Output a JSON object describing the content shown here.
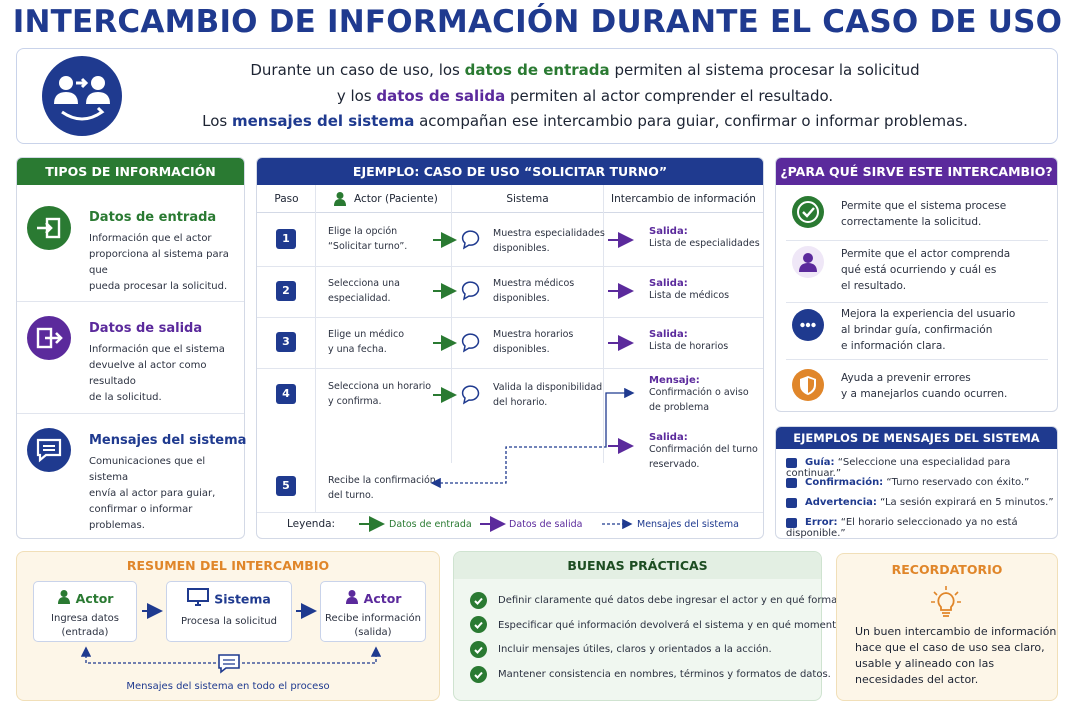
{
  "title": "INTERCAMBIO DE INFORMACIÓN DURANTE EL CASO DE USO",
  "intro": {
    "line1_pre": "Durante un caso de uso, los ",
    "line1_hl": "datos de entrada",
    "line1_post": " permiten al sistema procesar la solicitud",
    "line2_pre": "y los ",
    "line2_hl": "datos de salida",
    "line2_post": " permiten al actor comprender el resultado.",
    "line3_pre": "Los ",
    "line3_hl": "mensajes del sistema",
    "line3_post": " acompañan ese intercambio para guiar, confirmar o informar problemas."
  },
  "tipos": {
    "header": "TIPOS DE INFORMACIÓN",
    "items": [
      {
        "title": "Datos de entrada",
        "desc1": "Información que el actor",
        "desc2": "proporciona al sistema para que",
        "desc3": "pueda procesar la solicitud."
      },
      {
        "title": "Datos de salida",
        "desc1": "Información que el sistema",
        "desc2": "devuelve al actor como resultado",
        "desc3": "de la solicitud."
      },
      {
        "title": "Mensajes del sistema",
        "desc1": "Comunicaciones que el sistema",
        "desc2": "envía al actor para guiar,",
        "desc3": "confirmar o informar problemas."
      }
    ]
  },
  "ejemplo": {
    "header": "EJEMPLO: CASO DE USO “SOLICITAR TURNO”",
    "col_paso": "Paso",
    "col_actor": "Actor (Paciente)",
    "col_sistema": "Sistema",
    "col_intercambio": "Intercambio de información",
    "steps": [
      {
        "n": "1",
        "actor1": "Elige la opción",
        "actor2": "“Solicitar turno”.",
        "sis1": "Muestra especialidades",
        "sis2": "disponibles.",
        "lbl": "Salida:",
        "val1": "Lista de especialidades",
        "val2": ""
      },
      {
        "n": "2",
        "actor1": "Selecciona una",
        "actor2": "especialidad.",
        "sis1": "Muestra médicos",
        "sis2": "disponibles.",
        "lbl": "Salida:",
        "val1": "Lista de médicos",
        "val2": ""
      },
      {
        "n": "3",
        "actor1": "Elige un médico",
        "actor2": "y una fecha.",
        "sis1": "Muestra horarios",
        "sis2": "disponibles.",
        "lbl": "Salida:",
        "val1": "Lista de horarios",
        "val2": ""
      },
      {
        "n": "4",
        "actor1": "Selecciona un horario",
        "actor2": "y confirma.",
        "sis1": "Valida la disponibilidad",
        "sis2": "del horario.",
        "lbl": "Mensaje:",
        "val1": "Confirmación o aviso",
        "val2": "de problema"
      },
      {
        "n": "5",
        "actor1": "Recibe la confirmación",
        "actor2": "del turno.",
        "sis1": "",
        "sis2": "",
        "lbl": "Salida:",
        "val1": "Confirmación del turno",
        "val2": "reservado."
      }
    ],
    "legend_label": "Leyenda:",
    "legend_entrada": "Datos de entrada",
    "legend_salida": "Datos de salida",
    "legend_mensajes": "Mensajes del sistema"
  },
  "para": {
    "header": "¿PARA QUÉ SIRVE ESTE INTERCAMBIO?",
    "items": [
      {
        "l1": "Permite que el sistema procese",
        "l2": "correctamente la solicitud.",
        "l3": ""
      },
      {
        "l1": "Permite que el actor comprenda",
        "l2": "qué está ocurriendo y cuál es",
        "l3": "el resultado."
      },
      {
        "l1": "Mejora la experiencia del usuario",
        "l2": "al brindar guía, confirmación",
        "l3": "e información clara."
      },
      {
        "l1": "Ayuda a prevenir errores",
        "l2": "y a manejarlos cuando ocurren.",
        "l3": ""
      }
    ]
  },
  "mensajes": {
    "header": "EJEMPLOS DE MENSAJES DEL SISTEMA",
    "items": [
      {
        "lbl": "Guía:",
        "txt": "“Seleccione una especialidad para continuar.”"
      },
      {
        "lbl": "Confirmación:",
        "txt": "“Turno reservado con éxito.”"
      },
      {
        "lbl": "Advertencia:",
        "txt": "“La sesión expirará en 5 minutos.”"
      },
      {
        "lbl": "Error:",
        "txt": "“El horario seleccionado ya no está disponible.”"
      }
    ]
  },
  "resumen": {
    "header": "RESUMEN DEL INTERCAMBIO",
    "actor1_title": "Actor",
    "actor1_l1": "Ingresa datos",
    "actor1_l2": "(entrada)",
    "sistema_title": "Sistema",
    "sistema_l1": "Procesa la solicitud",
    "actor2_title": "Actor",
    "actor2_l1": "Recibe información",
    "actor2_l2": "(salida)",
    "footer": "Mensajes del sistema en todo el proceso"
  },
  "buenas": {
    "header": "BUENAS PRÁCTICAS",
    "items": [
      "Definir claramente qué datos debe ingresar el actor y en qué formato.",
      "Especificar qué información devolverá el sistema y en qué momento.",
      "Incluir mensajes útiles, claros y orientados a la acción.",
      "Mantener consistencia en nombres, términos y formatos de datos."
    ]
  },
  "recordatorio": {
    "header": "RECORDATORIO",
    "l1": "Un buen intercambio de información",
    "l2": "hace que el caso de uso sea claro,",
    "l3": "usable y alineado con las",
    "l4": "necesidades del actor."
  },
  "colors": {
    "blue": "#1f3a8f",
    "green": "#2a7a32",
    "purple": "#5b2a9c",
    "orange": "#e0862a"
  }
}
